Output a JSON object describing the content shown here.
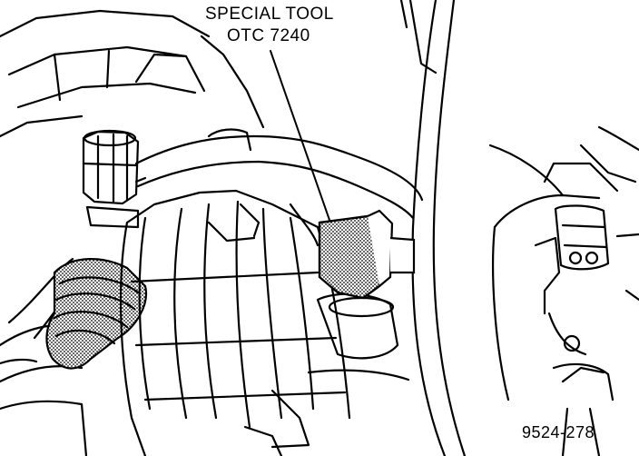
{
  "callout": {
    "line1": "SPECIAL TOOL",
    "line2": "OTC 7240"
  },
  "figure_id": "9524-278",
  "colors": {
    "ink": "#000000",
    "paper": "#ffffff",
    "stipple": "#9a9a9a"
  }
}
